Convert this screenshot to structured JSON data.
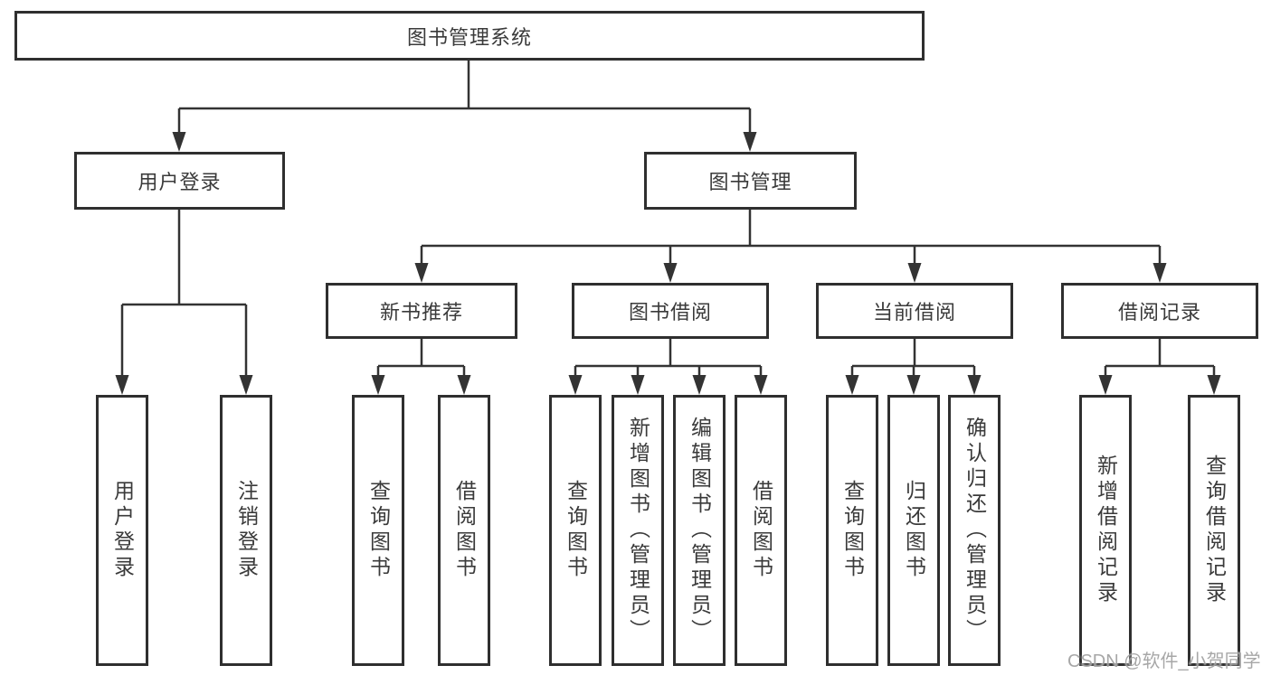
{
  "nodes": {
    "root": "图书管理系统",
    "level2": [
      "用户登录",
      "图书管理"
    ],
    "level3": [
      "新书推荐",
      "图书借阅",
      "当前借阅",
      "借阅记录"
    ],
    "leaves_user_login": [
      "用户登录",
      "注销登录"
    ],
    "leaves_new_books": [
      "查询图书",
      "借阅图书"
    ],
    "leaves_book_borrow": [
      "查询图书",
      "新增图书（管理员）",
      "编辑图书（管理员）",
      "借阅图书"
    ],
    "leaves_current_borrow": [
      "查询图书",
      "归还图书",
      "确认归还（管理员）"
    ],
    "leaves_borrow_records": [
      "新增借阅记录",
      "查询借阅记录"
    ]
  },
  "watermark": "CSDN @软件_小贺同学",
  "colors": {
    "line": "#333333",
    "box_border": "#2f2f2f",
    "text": "#3a3a3a",
    "background": "#ffffff",
    "watermark": "#9b9b9b"
  }
}
